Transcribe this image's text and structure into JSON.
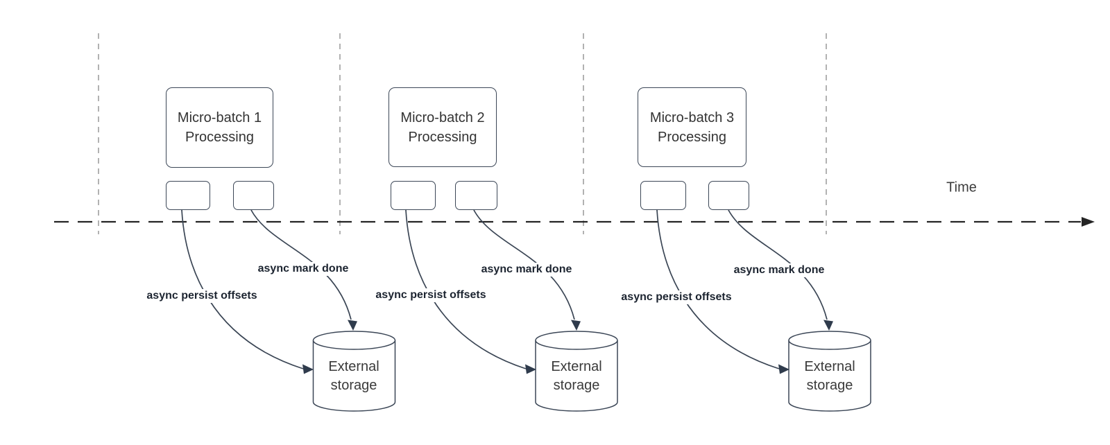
{
  "time_label": "Time",
  "colors": {
    "shape_stroke": "#3b4656",
    "arrow_stroke": "#3a4554",
    "time_axis": "#242424",
    "guide_line": "#a9a9a9",
    "text": "#333333"
  },
  "groups": [
    {
      "box_line1": "Micro-batch 1",
      "box_line2": "Processing",
      "persist_label": "async persist offsets",
      "mark_label": "async mark done",
      "storage_line1": "External",
      "storage_line2": "storage"
    },
    {
      "box_line1": "Micro-batch 2",
      "box_line2": "Processing",
      "persist_label": "async persist offsets",
      "mark_label": "async mark done",
      "storage_line1": "External",
      "storage_line2": "storage"
    },
    {
      "box_line1": "Micro-batch 3",
      "box_line2": "Processing",
      "persist_label": "async persist offsets",
      "mark_label": "async mark done",
      "storage_line1": "External",
      "storage_line2": "storage"
    }
  ]
}
